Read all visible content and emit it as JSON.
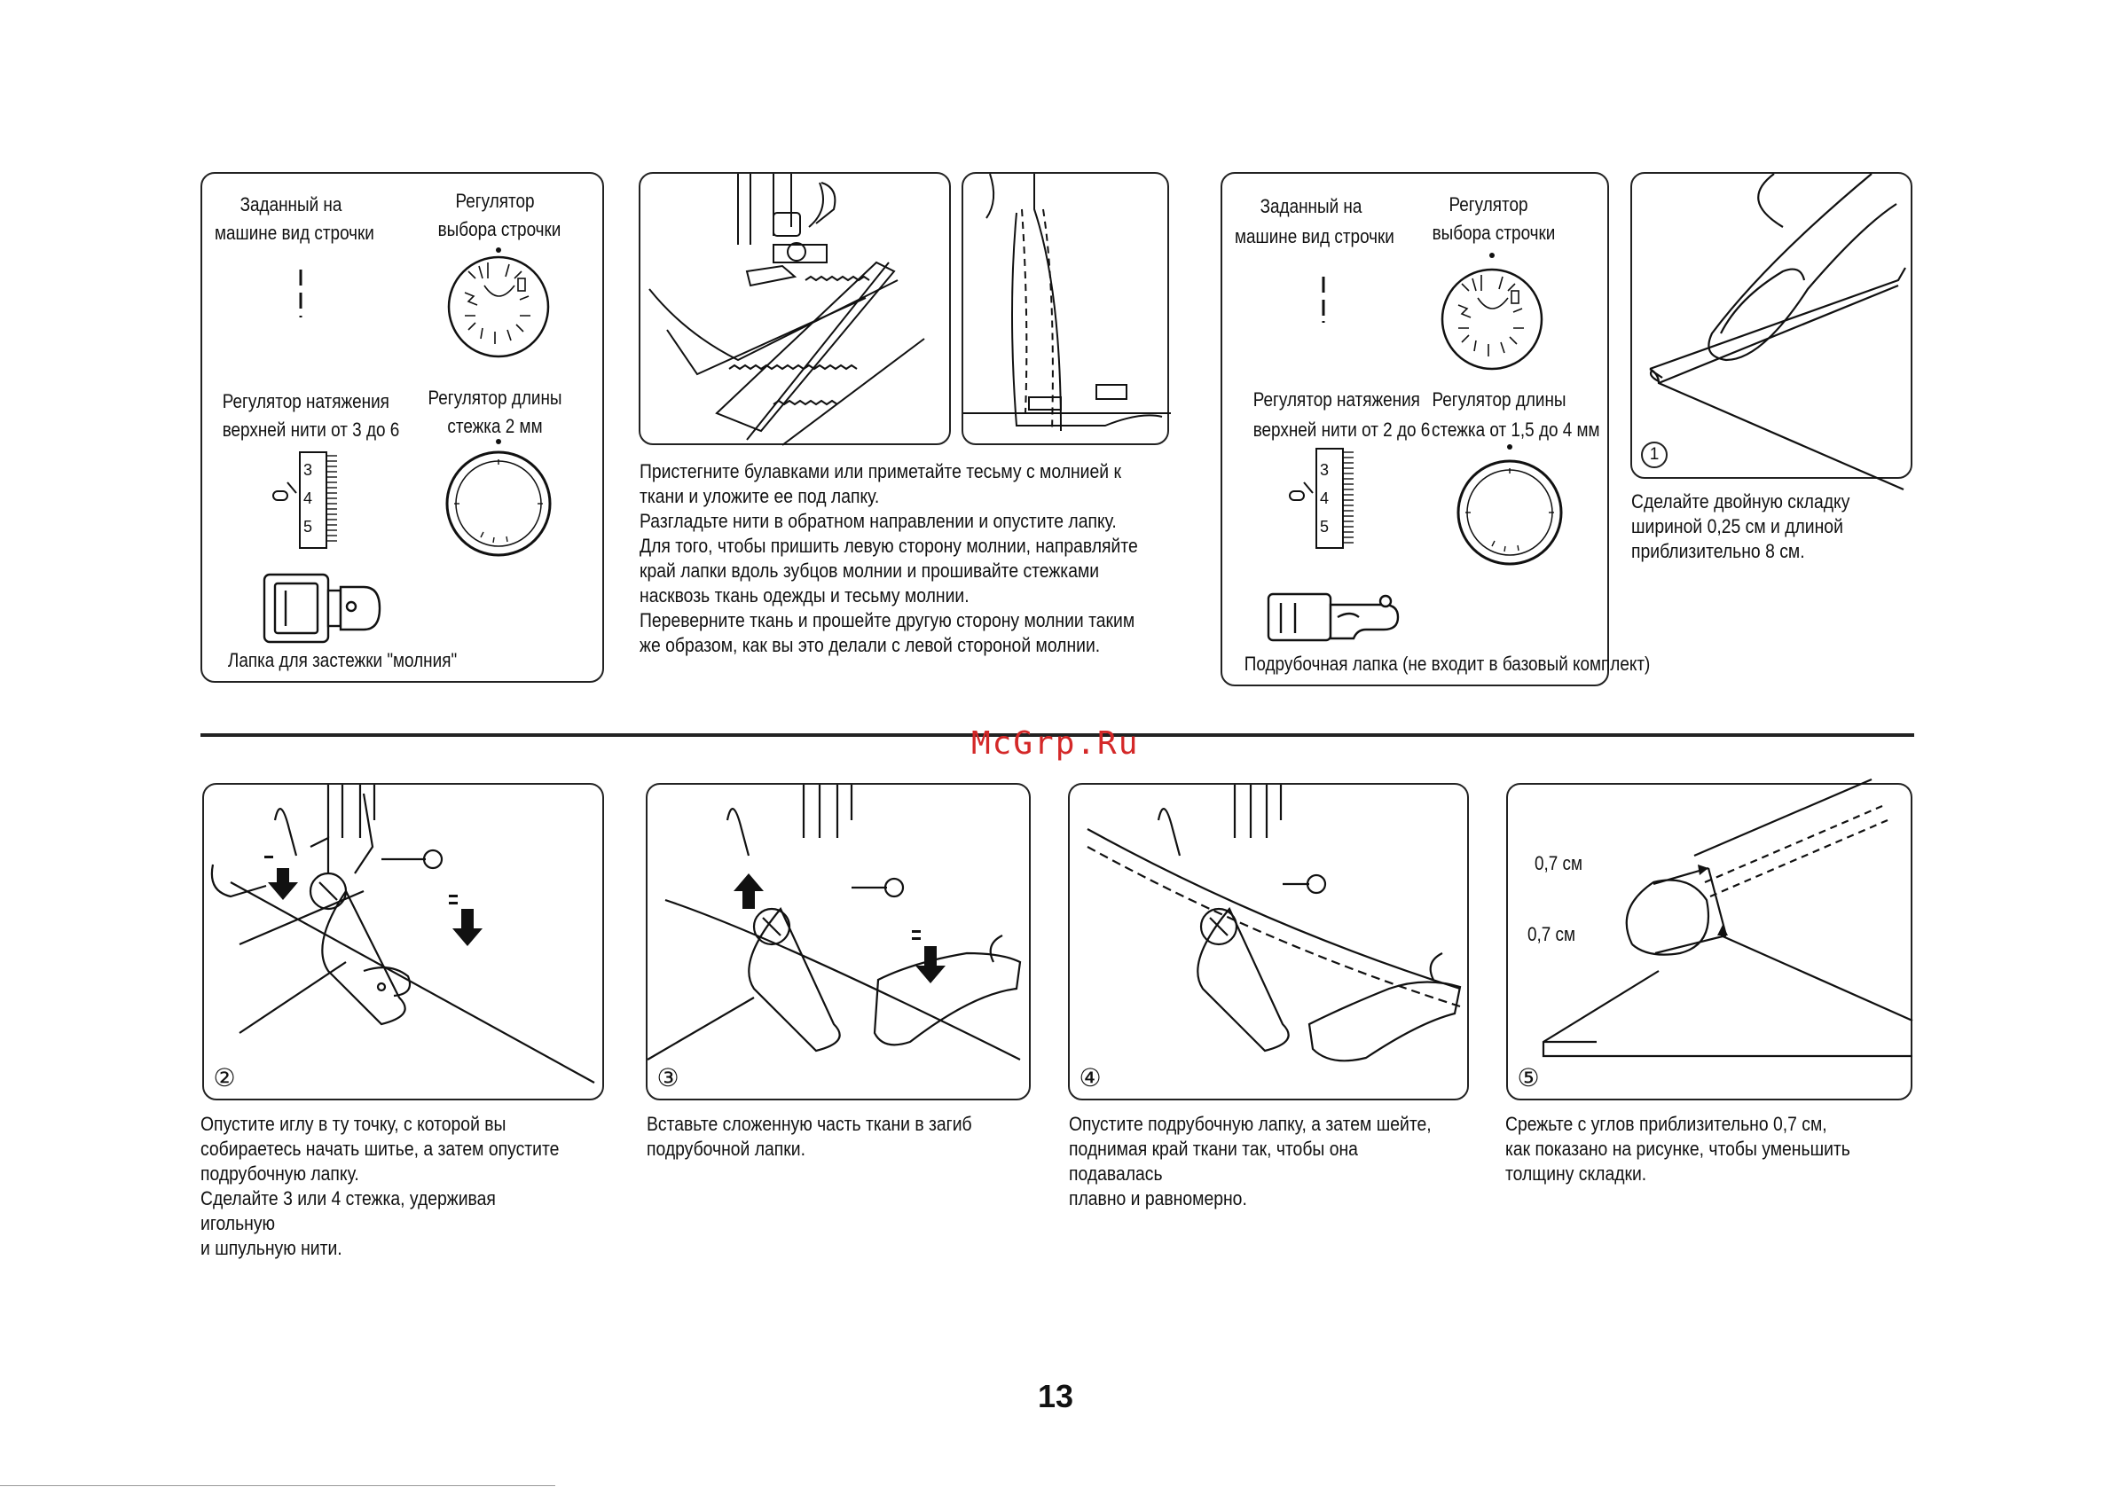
{
  "watermark": "McGrp.Ru",
  "page_number": "13",
  "panel_zipper": {
    "set_stitch_label_1": "Заданный на",
    "set_stitch_label_2": "машине вид строчки",
    "selector_label_1": "Регулятор",
    "selector_label_2": "выбора строчки",
    "tension_label_1": "Регулятор натяжения",
    "tension_label_2": "верхней нити от 3 до 6",
    "length_label_1": "Регулятор длины",
    "length_label_2": "стежка 2 мм",
    "tension_digits": [
      "3",
      "4",
      "5"
    ],
    "foot_label": "Лапка для застежки \"молния\""
  },
  "zipper_text": [
    "Пристегните булавками или приметайте тесьму с молнией к",
    "ткани и уложите ее под лапку.",
    "Разгладьте нити в обратном направлении и опустите лапку.",
    "Для того, чтобы пришить левую сторону молнии, направляйте",
    "край лапки вдоль зубцов молнии и прошивайте стежками",
    "насквозь ткань одежды и тесьму молнии.",
    "Переверните ткань и прошейте другую сторону молнии таким",
    "же образом, как вы это делали с левой стороной молнии."
  ],
  "panel_hem": {
    "set_stitch_label_1": "Заданный на",
    "set_stitch_label_2": "машине вид строчки",
    "selector_label_1": "Регулятор",
    "selector_label_2": "выбора строчки",
    "tension_label_1": "Регулятор натяжения",
    "tension_label_2": "верхней нити от 2 до 6",
    "length_label_1": "Регулятор длины",
    "length_label_2": "стежка от 1,5 до 4 мм",
    "tension_digits": [
      "3",
      "4",
      "5"
    ],
    "foot_label": "Подрубочная лапка (не входит в базовый комплект)"
  },
  "step1": {
    "number": "1",
    "text": [
      "Сделайте двойную складку",
      "шириной 0,25 см и длиной",
      "приблизительно 8 см."
    ]
  },
  "step2": {
    "number": "②",
    "text": [
      "Опустите иглу в ту точку, с которой вы",
      "собираетесь начать шитье, а затем опустите",
      "подрубочную лапку.",
      "Сделайте 3 или 4 стежка, удерживая игольную",
      "и шпульную нити."
    ]
  },
  "step3": {
    "number": "③",
    "text": [
      "Вставьте сложенную часть ткани в загиб",
      "подрубочной лапки."
    ]
  },
  "step4": {
    "number": "④",
    "text": [
      "Опустите подрубочную лапку, а затем шейте,",
      "поднимая край ткани так, чтобы она подавалась",
      "плавно и равномерно."
    ]
  },
  "step5": {
    "number": "⑤",
    "measure_1": "0,7 см",
    "measure_2": "0,7 см",
    "text": [
      "Срежьте с углов приблизительно 0,7 см,",
      "как показано на рисунке, чтобы уменьшить",
      "толщину складки."
    ]
  },
  "colors": {
    "watermark": "#d42828",
    "ink": "#111111"
  }
}
